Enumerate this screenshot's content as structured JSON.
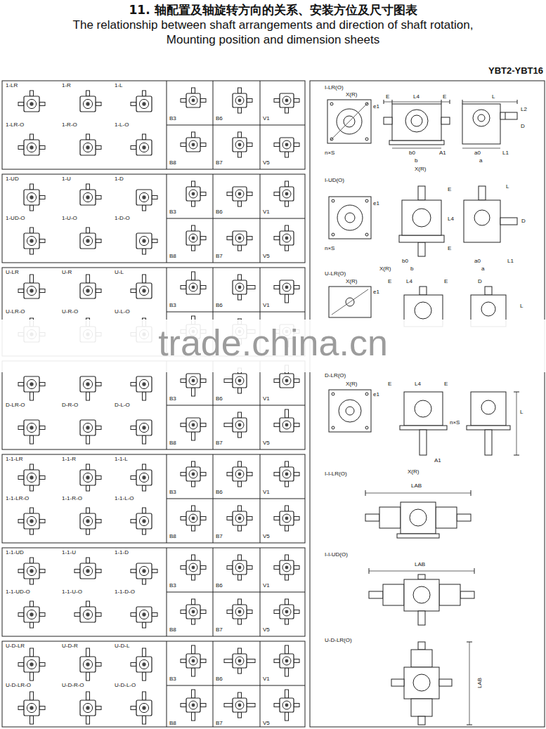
{
  "diagram": {
    "title": "11. 轴配置及轴旋转方向的关系、安装方位及尺寸图表",
    "labels": [
      "The relationship between shaft arrangements and direction of shaft rotation,",
      "Mounting position and dimension sheets",
      "YBT2-YBT16",
      "1-LR",
      "1-R",
      "1-L",
      "1-LR-O",
      "1-R-O",
      "1-L-O",
      "B3",
      "B6",
      "V1",
      "B8",
      "B7",
      "V5",
      "1-UD",
      "1-U",
      "1-D",
      "1-UD-O",
      "1-U-O",
      "1-D-O",
      "B3",
      "B6",
      "V1",
      "B8",
      "B7",
      "V5",
      "U-LR",
      "U-R",
      "U-L",
      "U-LR-O",
      "U-R-O",
      "U-L-O",
      "B3",
      "B6",
      "V1",
      "D-LR-O",
      "D-R-O",
      "D-L-O",
      "B3",
      "B6",
      "V1",
      "B8",
      "B7",
      "V5",
      "1-1-LR",
      "1-1-R",
      "1-1-L",
      "1-1-LR-O",
      "1-1-R-O",
      "1-1-L-O",
      "B3",
      "B6",
      "V1",
      "B8",
      "B7",
      "V5",
      "1-1-UD",
      "1-1-U",
      "1-1-D",
      "1-1-UD-O",
      "1-1-U-O",
      "1-1-D-O",
      "B3",
      "B6",
      "V1",
      "B8",
      "B7",
      "V5",
      "U-D-LR",
      "U-D-R",
      "U-D-L",
      "U-D-LR-O",
      "U-D-R-O",
      "U-D-L-O",
      "B3",
      "B6",
      "V1",
      "B8",
      "B7",
      "V5",
      "I-LR(O)",
      "X(R)",
      "e1",
      "E",
      "L4",
      "E",
      "L",
      "L2",
      "D",
      "n×S",
      "b0",
      "A1",
      "b",
      "a0",
      "L1",
      "a",
      "X(R)",
      "I-UD(O)",
      "e1",
      "E",
      "L4",
      "E",
      "L",
      "D",
      "n×S",
      "b0",
      "b",
      "a0",
      "a",
      "L1",
      "X(R)",
      "U-LR(O)",
      "X(R)",
      "e1",
      "E",
      "L4",
      "E",
      "D",
      "L",
      "D-LR(O)",
      "X(R)",
      "e1",
      "E",
      "L4",
      "E",
      "n×S",
      "A1",
      "X(R)",
      "L",
      "I-I-LR(O)",
      "LAB",
      "I-I-UD(O)",
      "LAB",
      "U-D-LR(O)",
      "LAB",
      "trade.china.cn"
    ]
  }
}
